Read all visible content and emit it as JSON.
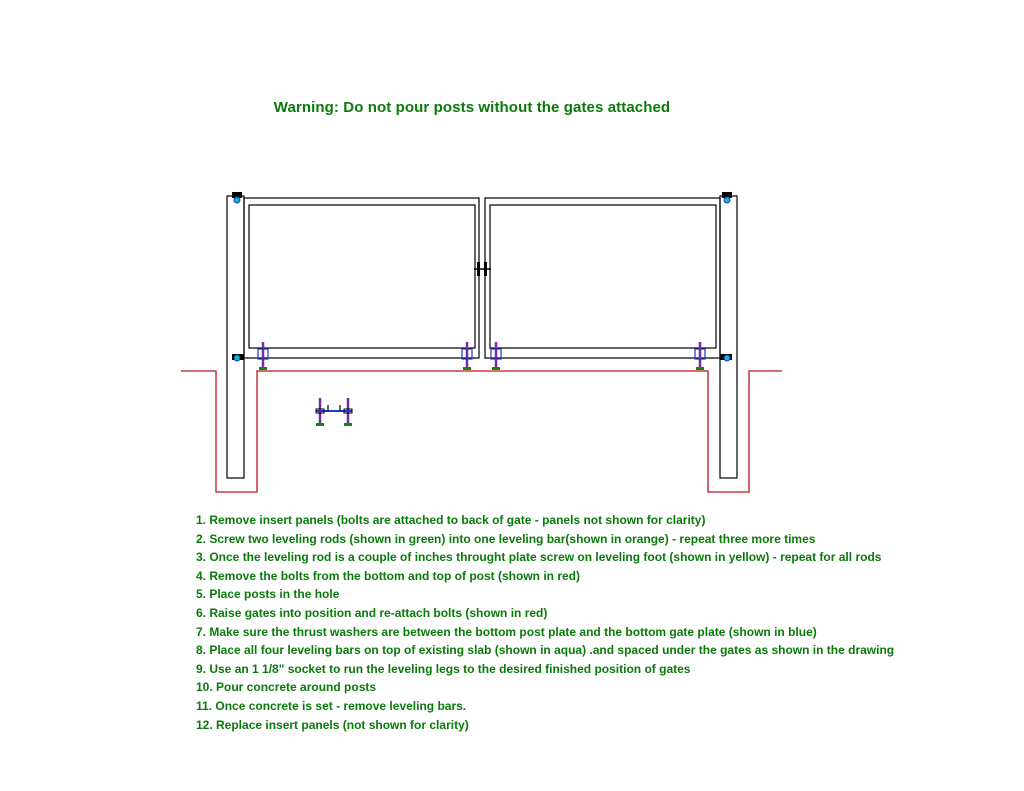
{
  "warning": "Warning: Do not pour posts without the gates attached",
  "colors": {
    "text": "#0a7a0a",
    "grade_line": "#c0141e",
    "frame": "#000000",
    "leveling_rod": "#0a8a0a",
    "leveling_bar": "#e07a10",
    "leveling_foot": "#d4c400",
    "bolt": "#c0141e",
    "thrust_washer": "#1a3ad0",
    "slab": "#10b8c0",
    "leveling_post": "#7a2aa0"
  },
  "steps": [
    "1. Remove insert panels (bolts are attached to back of gate - panels not shown for clarity)",
    "2. Screw two leveling rods (shown in green) into one leveling bar(shown in orange) - repeat three more times",
    "3. Once the leveling rod is a couple of inches throught plate screw on leveling foot (shown in yellow) - repeat for all rods",
    "4. Remove the bolts from the bottom and top of post (shown in red)",
    "5. Place posts in the hole",
    "6. Raise gates into position and re-attach bolts (shown in red)",
    "7. Make sure the thrust washers are between the bottom post plate and the bottom gate plate (shown in blue)",
    "8. Place all four leveling bars on top of existing slab (shown in aqua) .and spaced under the gates as shown in the drawing",
    "9. Use an 1 1/8\" socket to run the leveling legs to the desired finished position of gates",
    "10. Pour concrete around posts",
    "11. Once concrete is set - remove leveling bars.",
    "12. Replace insert panels (not shown for clarity)"
  ]
}
